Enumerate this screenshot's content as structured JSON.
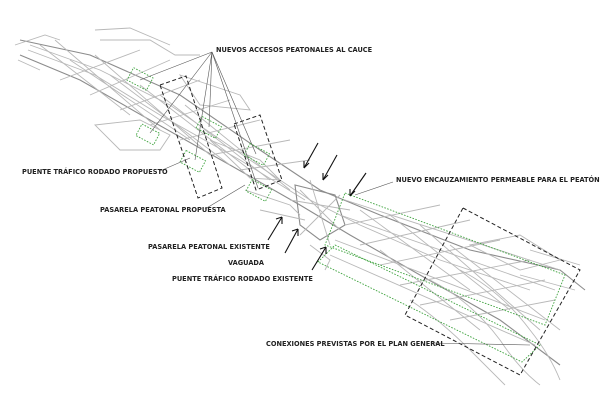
{
  "labels": {
    "nuevos_accesos": "NUEVOS ACCESOS PEATONALES AL CAUCE",
    "puente_trafico_propuesto": "PUENTE TRÁFICO RODADO PROPUESTO",
    "pasarela_propuesta": "PASARELA PEATONAL PROPUESTA",
    "nuevo_encauzamiento": "NUEVO ENCAUZAMIENTO PERMEABLE PARA EL PEATÓN",
    "pasarela_existente": "PASARELA PEATONAL EXISTENTE",
    "vaguada": "VAGUADA",
    "puente_existente": "PUENTE TRÁFICO RODADO EXISTENTE",
    "conexiones": "CONEXIONES PREVISTAS POR EL PLAN GENERAL"
  },
  "colors": {
    "structure": "#b8b8b8",
    "green_dotted": "#3fa33f",
    "black_dashed": "#222222",
    "text": "#222222"
  }
}
